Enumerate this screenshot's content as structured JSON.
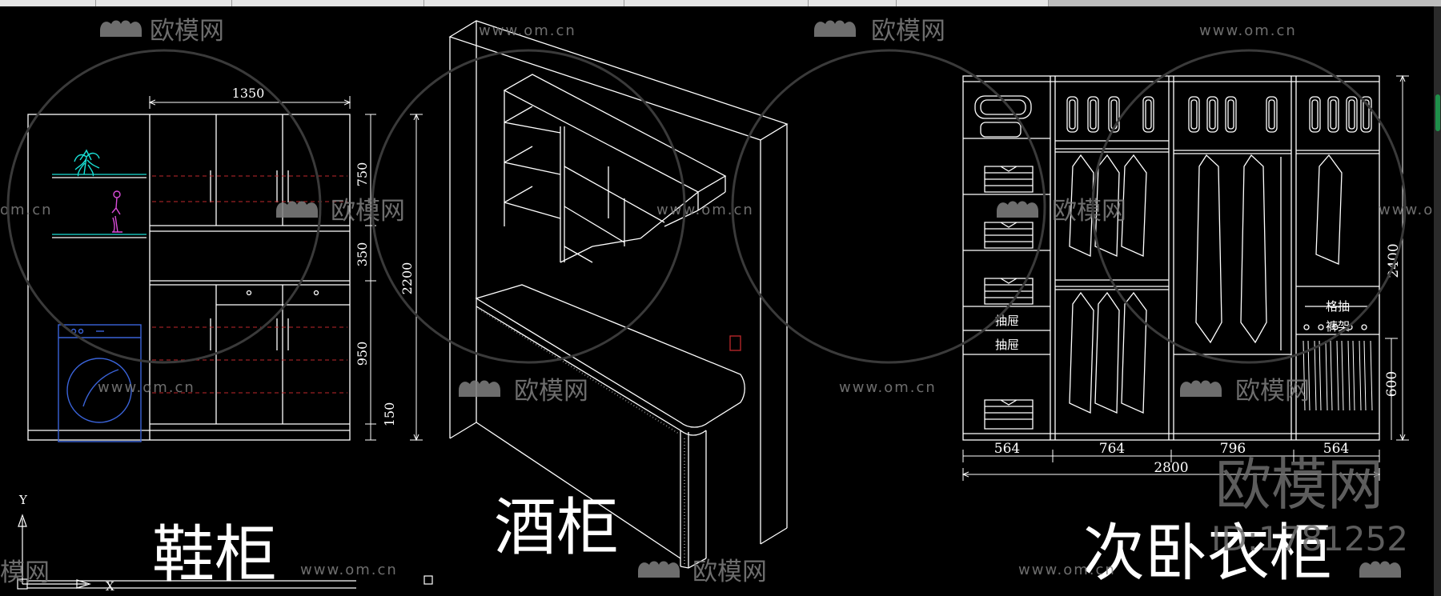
{
  "titles": {
    "shoe_cabinet": "鞋柜",
    "wine_cabinet": "酒柜",
    "wardrobe": "次卧衣柜"
  },
  "shoe_cabinet": {
    "width_dim": "1350",
    "height_dims": [
      "750",
      "350",
      "950",
      "150"
    ],
    "total_height": "2200"
  },
  "wardrobe": {
    "width_dims": [
      "564",
      "764",
      "796",
      "564"
    ],
    "total_width": "2800",
    "total_height": "2400",
    "lower_height": "600",
    "drawer_label_1": "抽屉",
    "drawer_label_2": "抽屉",
    "grid_drawer_label": "格抽",
    "trouser_rack_label": "裤架"
  },
  "watermark": {
    "brand": "欧模网",
    "url": "www.om.cn",
    "url_partial": "om.cn",
    "brand_partial": "模网",
    "id_text": "ID:1781252"
  },
  "axis": {
    "y_label": "Y",
    "x_label": "X"
  },
  "colors": {
    "background": "#000000",
    "lines": "#ffffff",
    "red_dashed": "#c0282b",
    "plant": "#19e0d6",
    "figurine": "#d94cd9",
    "washer": "#3a63d8",
    "watermark": "#808080"
  }
}
